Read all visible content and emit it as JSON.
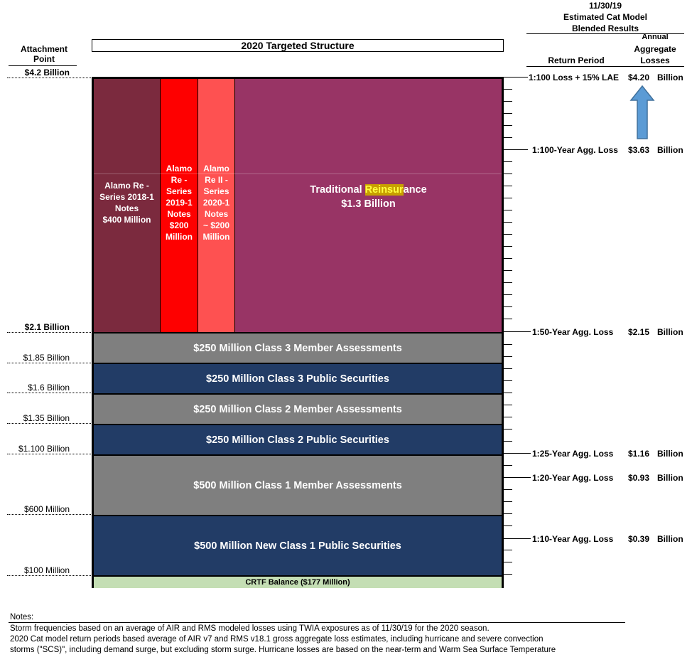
{
  "header": {
    "attachment_label": "Attachment Point",
    "structure_title": "2020 Targeted Structure",
    "model_date": "11/30/19",
    "model_title_line1": "Estimated Cat Model",
    "model_title_line2": "Blended Results",
    "return_period_label": "Return Period",
    "annual_label_line1": "Annual",
    "annual_label_line2": "Aggregate",
    "annual_label_line3": "Losses"
  },
  "attachment_points": [
    "$4.2 Billion",
    "$2.1 Billion",
    "$1.85 Billion",
    "$1.6 Billion",
    "$1.35 Billion",
    "$1.100 Billion",
    "$600 Million",
    "$100 Million"
  ],
  "top_layer": {
    "alamo_2018": {
      "lines": [
        "Alamo Re -",
        "Series 2018-1",
        "Notes",
        "$400 Million"
      ],
      "color": "#7b2a3e"
    },
    "alamo_2019": {
      "lines": [
        "Alamo",
        "Re -",
        "Series",
        "2019-1",
        "Notes",
        "$200",
        "Million"
      ],
      "color": "#fe0000"
    },
    "alamo_2020": {
      "lines": [
        "Alamo",
        "Re II -",
        "Series",
        "2020-1",
        "Notes",
        "~ $200",
        "Million"
      ],
      "color": "#fe5151"
    },
    "traditional": {
      "prefix": "Traditional ",
      "highlight": "Reinsur",
      "suffix": "ance",
      "amount": "$1.3 Billion",
      "color": "#983465"
    }
  },
  "layers": [
    {
      "label": "$250 Million Class 3 Member Assessments",
      "color": "#7f7f7f"
    },
    {
      "label": "$250 Million Class 3 Public Securities",
      "color": "#223c66"
    },
    {
      "label": "$250 Million Class 2 Member Assessments",
      "color": "#7f7f7f"
    },
    {
      "label": "$250 Million Class 2 Public Securities",
      "color": "#223c66"
    },
    {
      "label": "$500 Million Class 1 Member Assessments",
      "color": "#7f7f7f"
    },
    {
      "label": "$500 Million New Class 1 Public Securities",
      "color": "#223c66"
    },
    {
      "label": "CRTF Balance ($177 Million)",
      "color": "#c4deb4"
    }
  ],
  "return_periods": [
    {
      "period": "1:100 Loss + 15% LAE",
      "value": "$4.20",
      "unit": "Billion"
    },
    {
      "period": "1:100-Year Agg.  Loss",
      "value": "$3.63",
      "unit": "Billion"
    },
    {
      "period": "1:50-Year Agg.  Loss",
      "value": "$2.15",
      "unit": "Billion"
    },
    {
      "period": "1:25-Year Agg.  Loss",
      "value": "$1.16",
      "unit": "Billion"
    },
    {
      "period": "1:20-Year Agg.  Loss",
      "value": "$0.93",
      "unit": "Billion"
    },
    {
      "period": "1:10-Year Agg.  Loss",
      "value": "$0.39",
      "unit": "Billion"
    }
  ],
  "arrow_color": "#5b9bd5",
  "notes": {
    "title": "Notes:",
    "line1": "Storm frequencies based on an average of AIR and RMS modeled losses using TWIA exposures as of 11/30/19 for the 2020 season.",
    "line2": "2020 Cat model return periods based average of AIR v7 and RMS v18.1 gross aggregate loss estimates, including hurricane and severe convection",
    "line3": "storms (\"SCS)\", including demand surge, but excluding storm surge. Hurricane losses are based on the near-term and Warm Sea Surface Temperature"
  }
}
